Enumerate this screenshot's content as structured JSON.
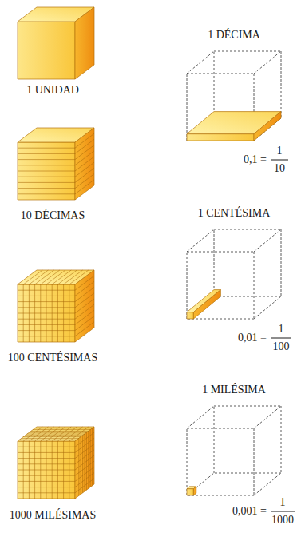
{
  "diagram": {
    "labels": [
      "1 UNIDAD",
      "10 DÉCIMAS",
      "100 CENTÉSIMAS",
      "1000 MILÉSIMAS",
      "1 DÉCIMA",
      "0,1 =",
      "1",
      "10",
      "1 CENTÉSIMA",
      "0,01 =",
      "1",
      "100",
      "1 MILÉSIMA",
      "0,001 =",
      "1",
      "1000"
    ]
  }
}
